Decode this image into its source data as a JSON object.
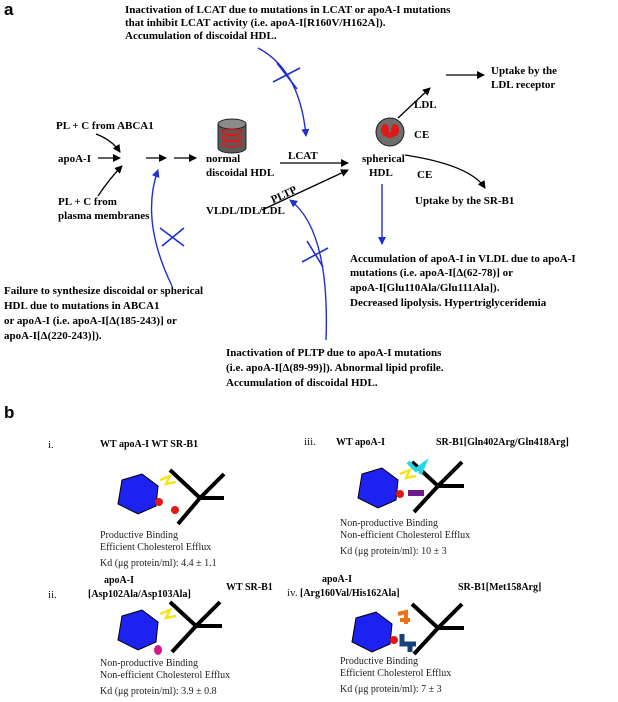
{
  "panel_a": {
    "label": "a",
    "lcat_inactivation": [
      "Inactivation of LCAT due to mutations in LCAT or apoA-I mutations",
      "that inhibit LCAT activity (i.e. apoA-I[R160V/H162A]).",
      "Accumulation of discoidal HDL."
    ],
    "ldl": "LDL",
    "uptake_ldl": [
      "Uptake by the",
      "LDL receptor"
    ],
    "ce_top": "CE",
    "ce_bottom": "CE",
    "uptake_srb1": "Uptake by the SR-B1",
    "pl_c_abca1": "PL + C from ABCA1",
    "apoa1": "apoA-I",
    "normal_hdl": [
      "normal",
      "discoidal HDL"
    ],
    "lcat": "LCAT",
    "spherical_hdl": [
      "spherical",
      "HDL"
    ],
    "pltp": "PLTP",
    "pl_c_membranes": [
      "PL + C from",
      "plasma membranes"
    ],
    "vldl": "VLDL/IDL/LDL",
    "vldl_accumulation": [
      "Accumulation of apoA-I in VLDL due to apoA-I",
      "mutations (i.e. apoA-I[Δ(62-78)] or",
      "apoA-I[Glu110Ala/Glu111Ala]).",
      "Decreased lipolysis. Hypertriglyceridemia"
    ],
    "failure_synthesize": [
      "Failure to synthesize discoidal or spherical",
      "HDL due to mutations in ABCA1",
      "or apoA-I (i.e. apoA-I[Δ(185-243)] or",
      "apoA-I[Δ(220-243)])."
    ],
    "pltp_inactivation": [
      "Inactivation of PLTP due to apoA-I mutations",
      "(i.e. apoA-I[Δ(89-99)]). Abnormal lipid profile.",
      "Accumulation of discoidal HDL."
    ]
  },
  "panel_b": {
    "label": "b",
    "panels": [
      {
        "roman": "i.",
        "apoa1_label": [
          "WT apoA-I WT SR-B1"
        ],
        "srb1_label": "",
        "binding": "Productive Binding",
        "efflux": "Efficient Cholesterol Efflux",
        "kd": "Kd (μg protein/ml): 4.4 ± 1.1"
      },
      {
        "roman": "iii.",
        "apoa1_label": [
          "WT apoA-I"
        ],
        "srb1_label": "SR-B1[Gln402Arg/Gln418Arg]",
        "binding": "Non-productive Binding",
        "efflux": "Non-efficient Cholesterol Efflux",
        "kd": "Kd (μg protein/ml): 10 ± 3"
      },
      {
        "roman": "ii.",
        "apoa1_label": [
          "apoA-I",
          "[Asp102Ala/Asp103Ala]"
        ],
        "srb1_label": "WT SR-B1",
        "binding": "Non-productive Binding",
        "efflux": "Non-efficient Cholesterol Efflux",
        "kd": "Kd (μg protein/ml): 3.9 ± 0.8"
      },
      {
        "roman": "iv.",
        "apoa1_label": [
          "apoA-I",
          "[Arg160Val/His162Ala]"
        ],
        "srb1_label": "SR-B1[Met158Arg]",
        "binding": "Productive Binding",
        "efflux": "Efficient Cholesterol Efflux",
        "kd": "Kd (μg protein/ml): 7 ± 3"
      }
    ]
  },
  "colors": {
    "inhibition": "#1f2fd0",
    "hexagon": "#1e22f0",
    "lipid_red": "#e01818",
    "wt_ligand": "#f5e61a",
    "cyan_receptor": "#22d8e8",
    "purple_receptor": "#6a1a8a",
    "magenta_ligand": "#d01a8a",
    "orange_ligand": "#f07018",
    "navy_receptor": "#18407a"
  }
}
